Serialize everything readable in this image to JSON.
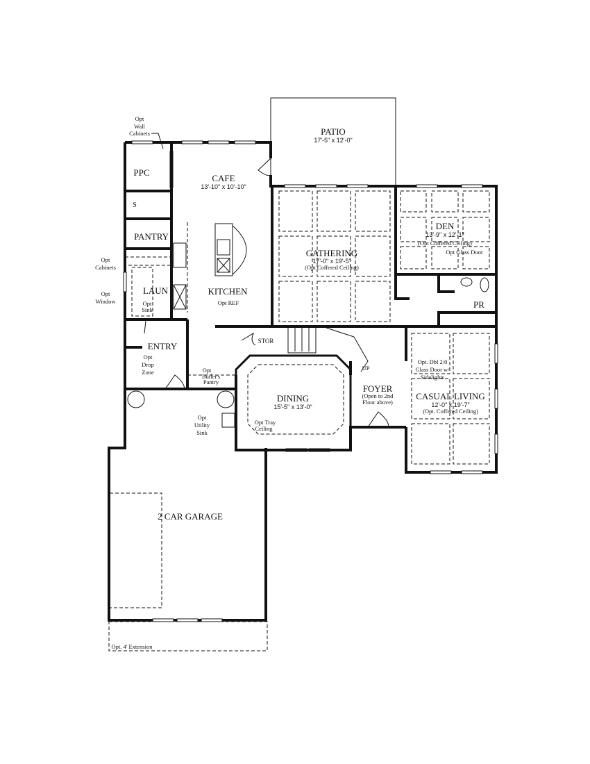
{
  "rooms": {
    "patio": {
      "name": "PATIO",
      "dims": "17'-5\" x 12'-0\""
    },
    "cafe": {
      "name": "CAFE",
      "dims": "13'-10\" x 10'-10\""
    },
    "ppc": {
      "name": "PPC"
    },
    "s": {
      "name": "S"
    },
    "pantry": {
      "name": "PANTRY"
    },
    "kitchen": {
      "name": "KITCHEN"
    },
    "laun": {
      "name": "LAUN"
    },
    "entry": {
      "name": "ENTRY"
    },
    "gathering": {
      "name": "GATHERING",
      "dims": "17'-0\" x 19'-5\"",
      "note": "(Opt Coffered Ceiling)"
    },
    "den": {
      "name": "DEN",
      "dims": "13'-9\" x 12'-1\"",
      "note": "(Opt Coffered Ceiling)"
    },
    "pr": {
      "name": "PR"
    },
    "stor": {
      "name": "STOR"
    },
    "dining": {
      "name": "DINING",
      "dims": "15'-5\" x 13'-0\""
    },
    "foyer": {
      "name": "FOYER",
      "note1": "(Open to 2nd",
      "note2": "Floor above)"
    },
    "casual_living": {
      "name": "CASUAL LIVING",
      "dims": "12'-0\" x 19'-7\"",
      "note": "(Opt. Coffered Ceiling)"
    },
    "garage": {
      "name": "2 CAR GARAGE"
    }
  },
  "annotations": {
    "wall_cabinets": [
      "Opt",
      "Wall",
      "Cabinets"
    ],
    "cabinets": [
      "Opt",
      "Cabinets"
    ],
    "window": [
      "Opt",
      "Window"
    ],
    "sink": [
      "Opt",
      "Sink"
    ],
    "drop_zone": [
      "Opt",
      "Drop",
      "Zone"
    ],
    "butlers_pantry": [
      "Opt",
      "Butler's",
      "Pantry"
    ],
    "utility_sink": [
      "Opt",
      "Utility",
      "Sink"
    ],
    "tray_ceiling": [
      "Opt Tray",
      "Ceiling"
    ],
    "opt_ref": "Opt REF",
    "glass_door": "Opt Glass Door",
    "dbl_glass_door": [
      "Opt. Dbl 2/0",
      "Glass Door w/",
      "Sidelights"
    ],
    "up": "UP",
    "extension": "Opt. 4' Extension"
  }
}
